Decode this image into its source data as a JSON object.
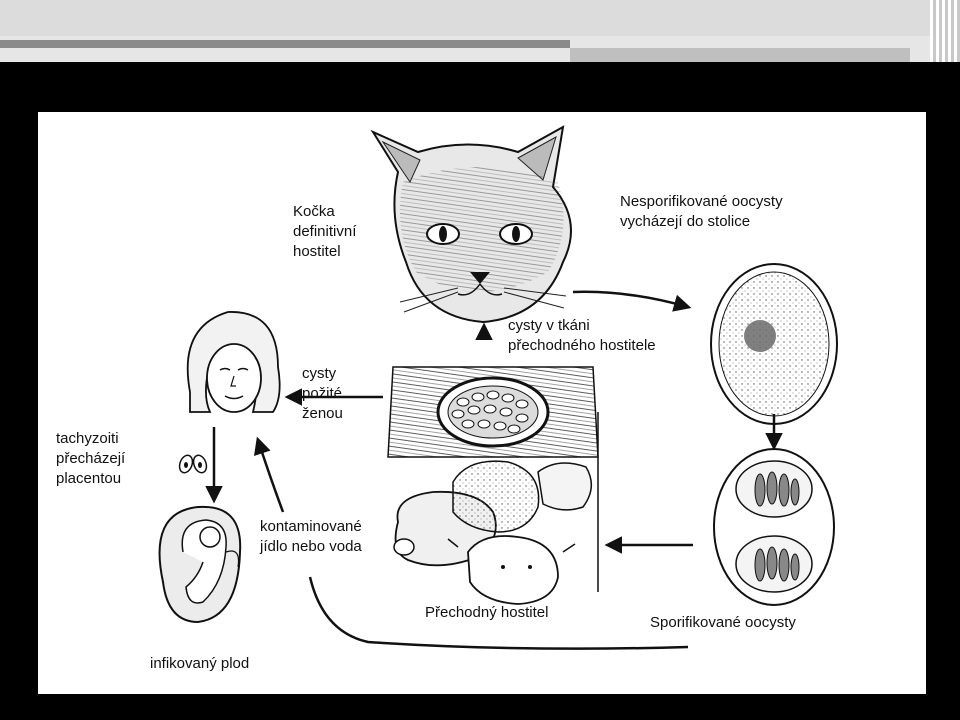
{
  "diagram": {
    "labels": {
      "cat_title_1": "Kočka",
      "cat_title_2": "definitivní",
      "cat_title_3": "hostitel",
      "unsporulated_1": "Nesporifikované oocysty",
      "unsporulated_2": "vycházejí do stolice",
      "tissue_cysts_1": "cysty v tkáni",
      "tissue_cysts_2": "přechodného hostitele",
      "ingested_1": "cysty",
      "ingested_2": "požité",
      "ingested_3": "ženou",
      "tachy_1": "tachyzoiti",
      "tachy_2": "přecházejí",
      "tachy_3": "placentou",
      "contaminated_1": "kontaminované",
      "contaminated_2": "jídlo nebo voda",
      "intermediate_host": "Přechodný hostitel",
      "sporulated": "Sporifikované oocysty",
      "infected_fetus": "infikovaný plod"
    }
  }
}
